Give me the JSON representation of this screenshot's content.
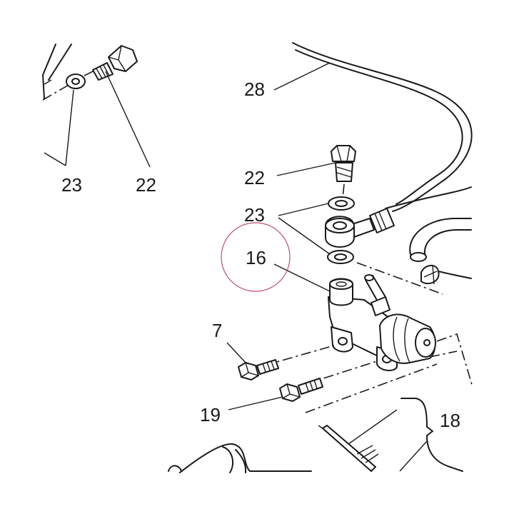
{
  "callouts": [
    {
      "id": "c28",
      "text": "28"
    },
    {
      "id": "c23a",
      "text": "23"
    },
    {
      "id": "c22a",
      "text": "22"
    },
    {
      "id": "c22b",
      "text": "22"
    },
    {
      "id": "c23b",
      "text": "23"
    },
    {
      "id": "c16",
      "text": "16"
    },
    {
      "id": "c7",
      "text": "7"
    },
    {
      "id": "c19",
      "text": "19"
    },
    {
      "id": "c18",
      "text": "18"
    }
  ],
  "colors": {
    "ink": "#1a1a1a",
    "highlight_circle": "#c0506a",
    "background": "#ffffff"
  },
  "highlighted_callout": "16"
}
